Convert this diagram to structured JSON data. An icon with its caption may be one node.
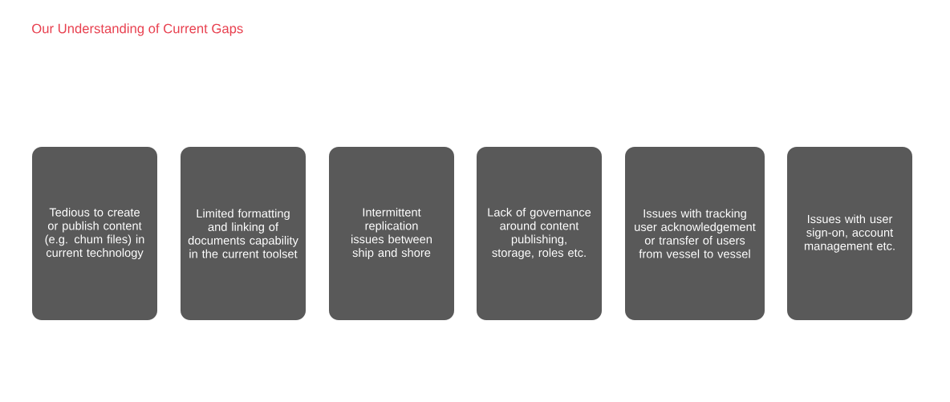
{
  "diagram": {
    "title": "Our Understanding of Current Gaps",
    "nodes": [
      {
        "text": [
          "Tedious to create or publish content (e.g. chum files) in current technology"
        ]
      },
      {
        "text": [
          "Limited formatting and linking of documents capability in the current toolset"
        ]
      },
      {
        "text": [
          "Intermittent replication issues between ship and shore"
        ]
      },
      {
        "text": [
          "Lack of governance around content publishing, storage, roles etc."
        ]
      },
      {
        "text": [
          "Issues with tracking user acknowledgement or transfer of users from vessel to vessel"
        ]
      },
      {
        "text": [
          "Issues with user sign-on, account management etc."
        ]
      }
    ],
    "edges": []
  }
}
